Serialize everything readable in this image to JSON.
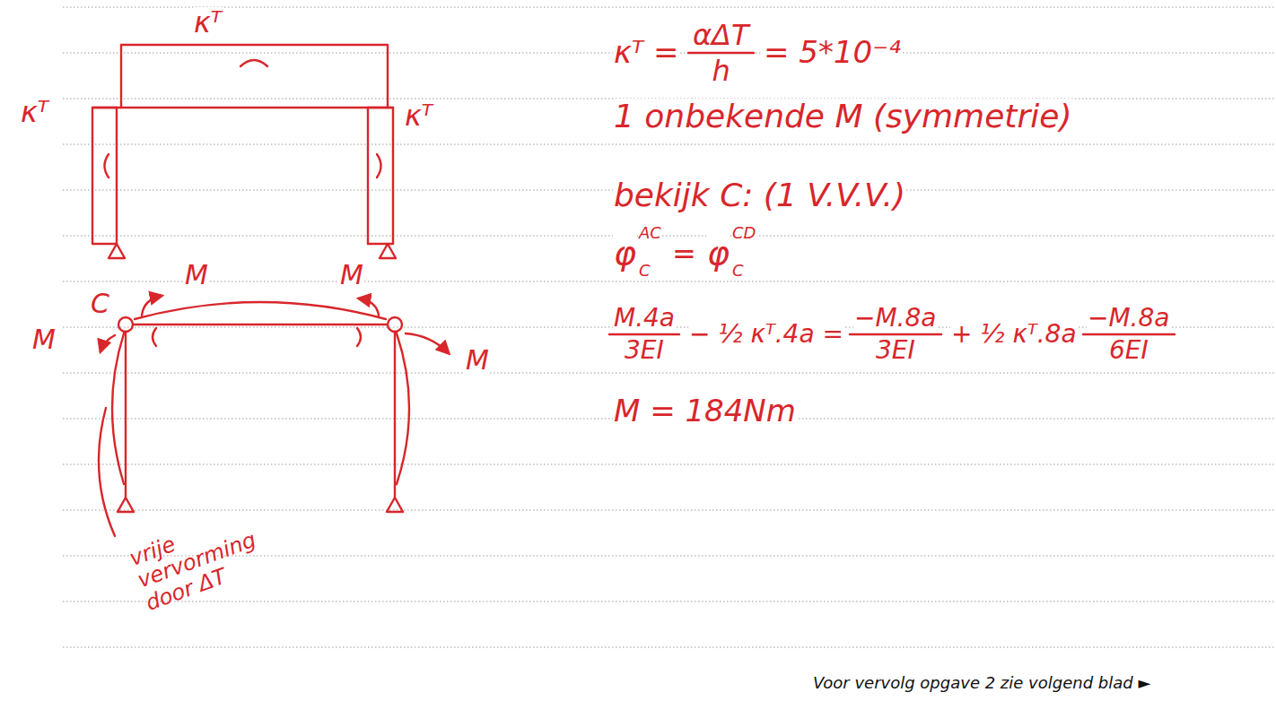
{
  "diagram": {
    "labels": [
      "κᵀ",
      "κᵀ",
      "κᵀ",
      "M",
      "M",
      "C",
      "M",
      "M",
      "vrije vervorming door ΔT",
      "κᵀ =",
      "αΔT",
      "h",
      "= 5*10⁻⁴",
      "1 onbekende M (symmetrie)",
      "bekijk C: (1 V.V.V.)",
      "φ",
      "AC",
      "C",
      "=",
      "φ",
      "CD",
      "C",
      "M.4a",
      "3EI",
      "− ½ κᵀ.4a =",
      "−M.8a",
      "3EI",
      "+ ½ κᵀ.8a",
      "−M.8a",
      "6EI",
      "M = 184Nm",
      "Voor vervolg opgave 2 zie volgend blad ►"
    ]
  }
}
